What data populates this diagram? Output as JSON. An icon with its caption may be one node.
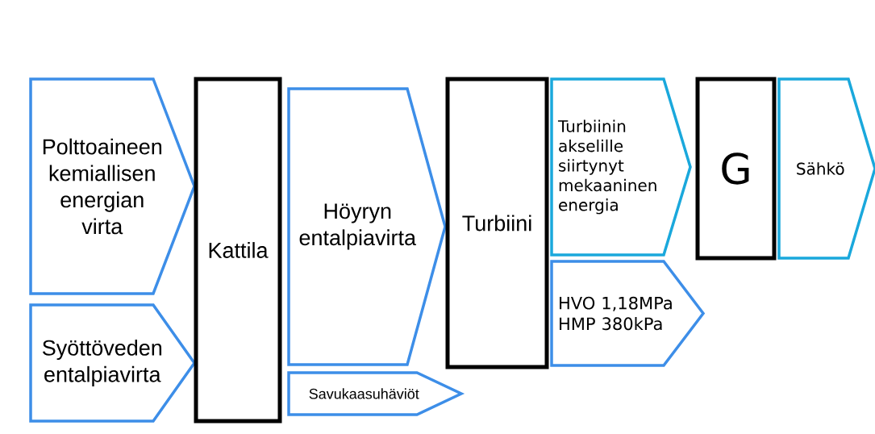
{
  "diagram": {
    "nodes": [
      {
        "text": [
          "Polttoaineen kemiallisen energian virta"
        ]
      },
      {
        "text": [
          "Syöttöveden entalpiavirta"
        ]
      },
      {
        "text": [
          "Kattila"
        ]
      },
      {
        "text": [
          "Höyryn entalpiavirta"
        ]
      },
      {
        "text": [
          "Savukaasuhäviöt"
        ]
      },
      {
        "text": [
          "Turbiini"
        ]
      },
      {
        "text": [
          "Turbiinin akselille siirtynyt mekaaninen energia"
        ]
      },
      {
        "text": [
          "HVO 1,18MPa HMP 380kPa"
        ]
      },
      {
        "text": [
          "G"
        ]
      },
      {
        "text": [
          "Sähkö"
        ]
      }
    ]
  }
}
